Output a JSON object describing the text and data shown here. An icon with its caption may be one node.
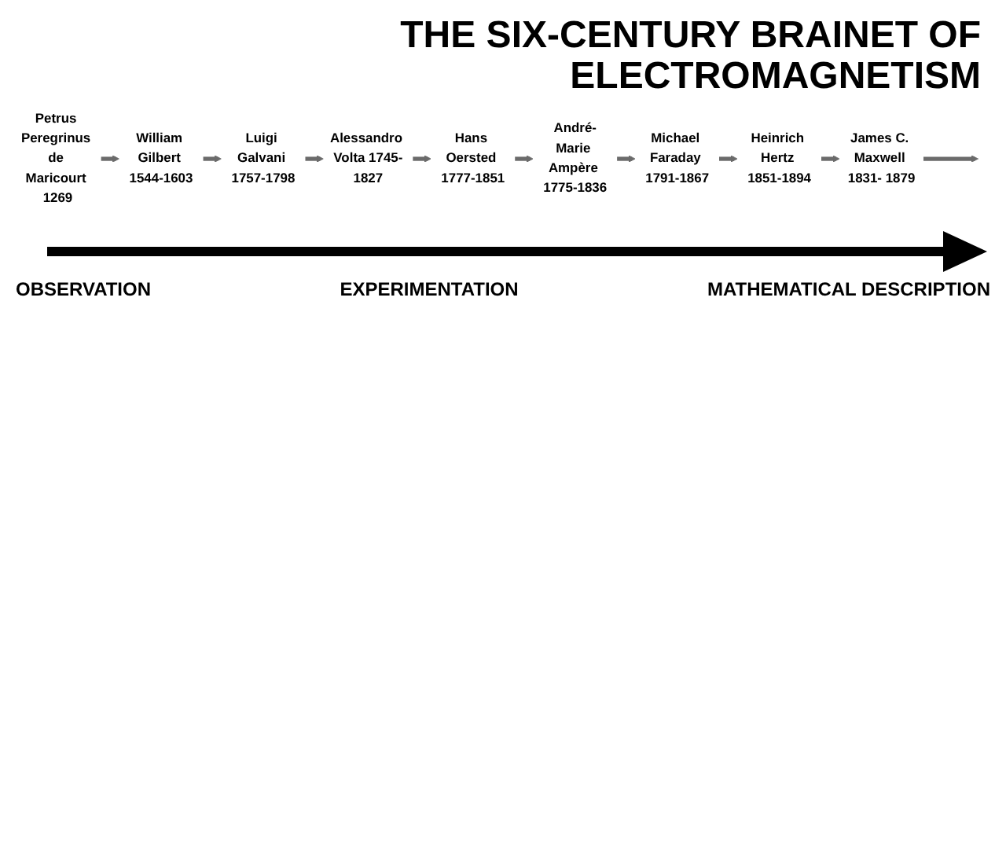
{
  "diagram": {
    "title": "THE SIX-CENTURY BRAINET OF ELECTROMAGNETISM",
    "nodes": [
      {
        "text": [
          "Petrus Peregrinus de Maricourt 1269"
        ]
      },
      {
        "text": [
          "William Gilbert 1544-1603"
        ]
      },
      {
        "text": [
          "Luigi Galvani 1757-1798"
        ]
      },
      {
        "text": [
          "Alessandro Volta 1745-1827"
        ]
      },
      {
        "text": [
          "Hans Oersted 1777-1851"
        ]
      },
      {
        "text": [
          "André-Marie Ampère 1775-1836"
        ]
      },
      {
        "text": [
          "Michael Faraday 1791-1867"
        ]
      },
      {
        "text": [
          "Heinrich Hertz 1851-1894"
        ]
      },
      {
        "text": [
          "James C. Maxwell 1831- 1879"
        ]
      }
    ],
    "edges": [
      {
        "from": 0,
        "to": 1,
        "arrow": "to"
      },
      {
        "from": 1,
        "to": 2,
        "arrow": "to"
      },
      {
        "from": 2,
        "to": 3,
        "arrow": "to"
      },
      {
        "from": 3,
        "to": 4,
        "arrow": "to"
      },
      {
        "from": 4,
        "to": 5,
        "arrow": "to"
      },
      {
        "from": 5,
        "to": 6,
        "arrow": "to"
      },
      {
        "from": 6,
        "to": 7,
        "arrow": "to"
      },
      {
        "from": 7,
        "to": 8,
        "arrow": "to"
      },
      {
        "from": 8,
        "to": null,
        "arrow": "to"
      }
    ],
    "labels": [
      "OBSERVATION",
      "EXPERIMENTATION",
      "MATHEMATICAL DESCRIPTION"
    ]
  }
}
